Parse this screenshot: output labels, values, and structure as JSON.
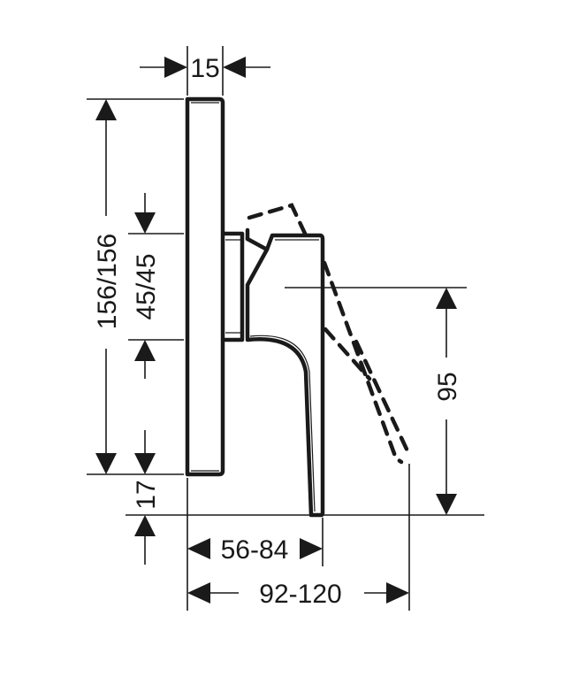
{
  "drawing": {
    "type": "technical dimension drawing",
    "subject": "concealed single-lever shower mixer trim, side view",
    "line_color": "#1a1a1a",
    "background": "#ffffff"
  },
  "dimensions": {
    "plate_depth": "15",
    "plate_height": "156/156",
    "body_height": "45/45",
    "bottom_offset": "17",
    "lever_reach": "56-84",
    "lever_reach_open": "92-120",
    "lever_drop": "95"
  }
}
